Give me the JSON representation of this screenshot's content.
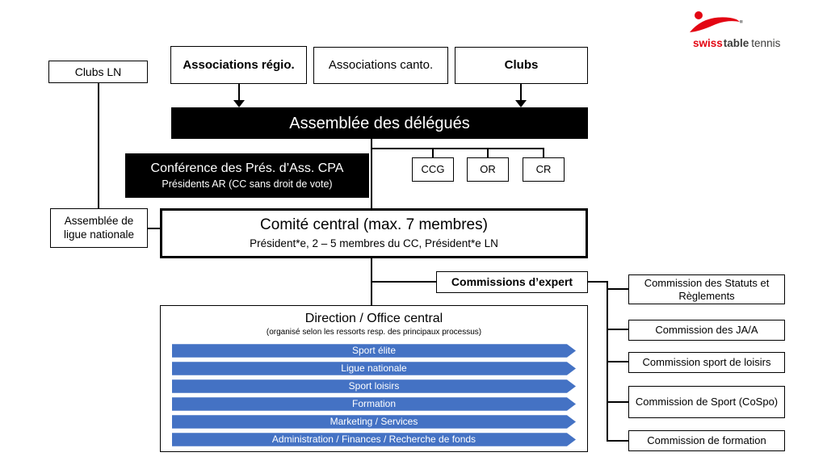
{
  "logo": {
    "swiss": "swiss",
    "table": "table",
    "tennis": "tennis"
  },
  "top_row": {
    "clubs_ln": "Clubs LN",
    "associations_regio": "Associations régio.",
    "associations_canto": "Associations canto.",
    "clubs": "Clubs"
  },
  "assembly_banner": "Assemblée des délégués",
  "cpa": {
    "title": "Conférence des Prés. d’Ass. CPA",
    "subtitle": "Présidents AR (CC sans droit de vote)"
  },
  "small_boxes": [
    "CCG",
    "OR",
    "CR"
  ],
  "league_assembly": "Assemblée de ligue nationale",
  "central_committee": {
    "title": "Comité central (max. 7 membres)",
    "subtitle": "Président*e, 2 – 5 membres du CC, Président*e LN"
  },
  "expert_commissions_label": "Commissions d’expert",
  "commissions": [
    "Commission des Statuts et Règlements",
    "Commission des JA/A",
    "Commission sport de loisirs",
    "Commission de Sport (CoSpo)",
    "Commission de formation"
  ],
  "direction": {
    "title": "Direction / Office central",
    "subtitle": "(organisé selon les ressorts resp. des principaux processus)",
    "bars": [
      "Sport élite",
      "Ligue nationale",
      "Sport loisirs",
      "Formation",
      "Marketing / Services",
      "Administration / Finances / Recherche de fonds"
    ]
  },
  "colors": {
    "bar_blue": "#4472C4",
    "brand_red": "#e30613",
    "black": "#000000"
  }
}
